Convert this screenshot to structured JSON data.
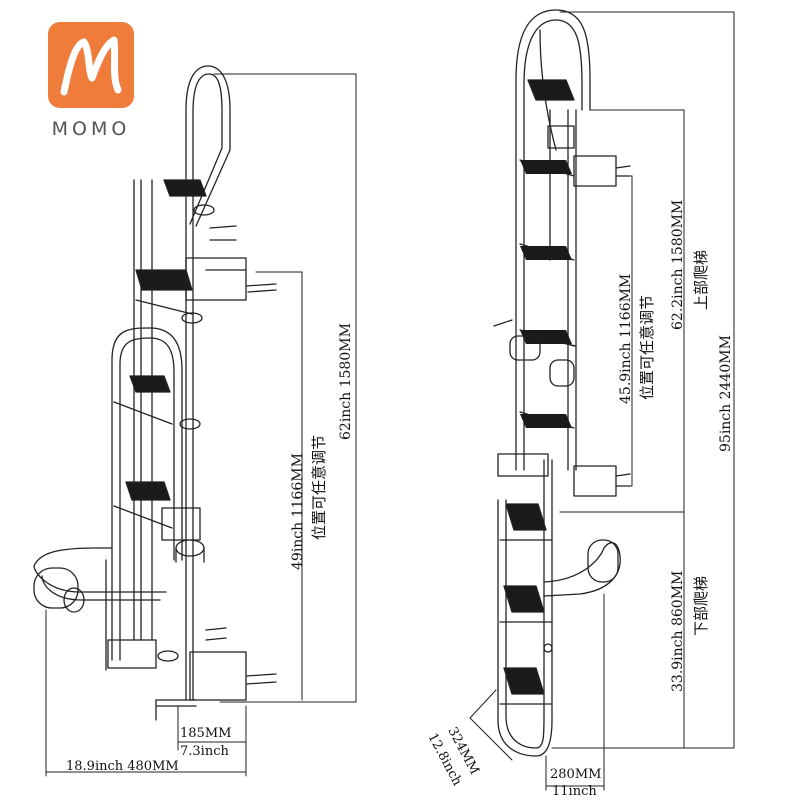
{
  "brand": {
    "logo_text": "MOMO",
    "logo_color": "#f07c3c",
    "logo_icon": "m-letter-logo-icon"
  },
  "left_ladder": {
    "total_height": "62inch   1580MM",
    "adjustable_range": "49inch   1166MM",
    "adjustable_note": "位置可任意调节",
    "step_width": "185MM",
    "step_width_inch": "7.3inch",
    "overall_width": "18.9inch   480MM"
  },
  "right_ladder": {
    "overall_height": "95inch   2440MM",
    "upper_height": "62.2inch   1580MM",
    "upper_label": "上部爬梯",
    "adjustable_range": "45.9inch   1166MM",
    "adjustable_note": "位置可任意调节",
    "lower_height": "33.9inch   860MM",
    "lower_label": "下部爬梯",
    "step_depth": "324MM",
    "step_depth_inch": "12.8inch",
    "bottom_width": "280MM",
    "bottom_width_inch": "11inch"
  },
  "colors": {
    "line": "#222222",
    "tread": "#1a1a1a"
  }
}
